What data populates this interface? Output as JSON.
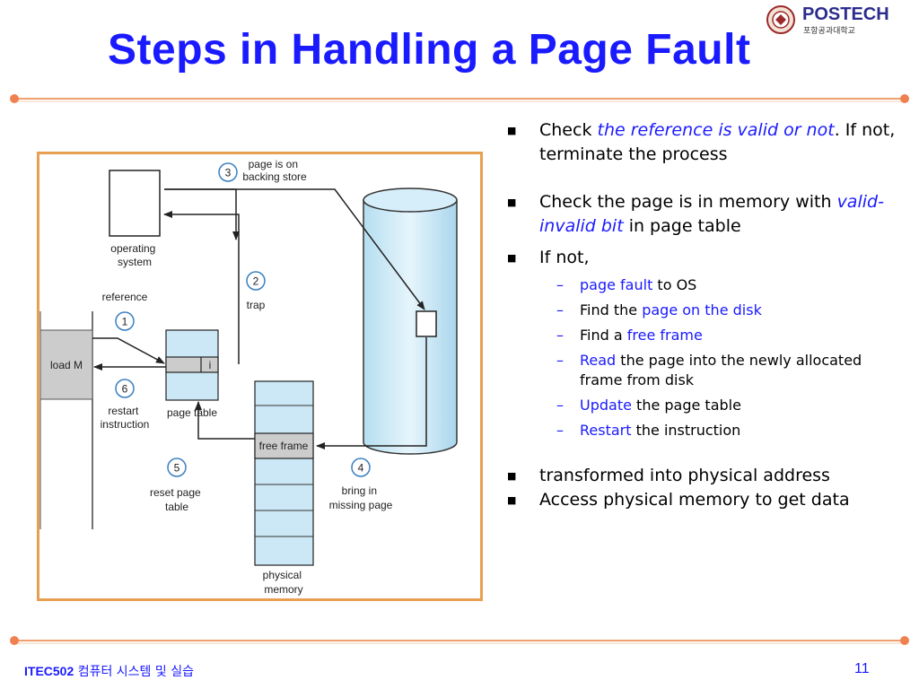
{
  "slide": {
    "title": "Steps in Handling a Page Fault",
    "logo_text": "POSTECH",
    "logo_subtext": "포항공과대학교",
    "footer": {
      "course": "ITEC502",
      "course_title": "컴퓨터 시스템 및 실습",
      "page_number": "11"
    }
  },
  "diagram": {
    "labels": {
      "step3": "page is on\nbacking store",
      "operating_system": "operating\nsystem",
      "reference": "reference",
      "trap": "trap",
      "load_m": "load M",
      "invalid_bit": "i",
      "restart": "restart\ninstruction",
      "page_table": "page table",
      "free_frame": "free frame",
      "reset": "reset page\ntable",
      "bring": "bring in\nmissing page",
      "physical": "physical\nmemory"
    },
    "step_numbers": [
      "1",
      "2",
      "3",
      "4",
      "5",
      "6"
    ]
  },
  "bullets": [
    {
      "type": "main",
      "parts": [
        {
          "text": "Check ",
          "style": "plain"
        },
        {
          "text": "the reference is valid or not",
          "style": "blue-italic"
        },
        {
          "text": ". If not, terminate the process",
          "style": "plain"
        }
      ]
    },
    {
      "type": "main",
      "parts": [
        {
          "text": "Check the page is in memory with ",
          "style": "plain"
        },
        {
          "text": "valid-invalid bit",
          "style": "blue-italic"
        },
        {
          "text": " in page table",
          "style": "plain"
        }
      ]
    },
    {
      "type": "main",
      "parts": [
        {
          "text": "If not,",
          "style": "plain"
        }
      ]
    },
    {
      "type": "sub",
      "parts": [
        {
          "text": "page fault",
          "style": "blue"
        },
        {
          "text": " to OS",
          "style": "plain"
        }
      ]
    },
    {
      "type": "sub",
      "parts": [
        {
          "text": "Find the ",
          "style": "plain"
        },
        {
          "text": "page on the disk",
          "style": "blue"
        }
      ]
    },
    {
      "type": "sub",
      "parts": [
        {
          "text": "Find a ",
          "style": "plain"
        },
        {
          "text": "free frame",
          "style": "blue"
        }
      ]
    },
    {
      "type": "sub",
      "parts": [
        {
          "text": "Read",
          "style": "blue"
        },
        {
          "text": " the page into the newly allocated frame from disk",
          "style": "plain"
        }
      ]
    },
    {
      "type": "sub",
      "parts": [
        {
          "text": "Update",
          "style": "blue"
        },
        {
          "text": " the page table",
          "style": "plain"
        }
      ]
    },
    {
      "type": "sub",
      "parts": [
        {
          "text": "Restart",
          "style": "blue"
        },
        {
          "text": " the instruction",
          "style": "plain"
        }
      ]
    },
    {
      "type": "main",
      "parts": [
        {
          "text": "transformed into physical address",
          "style": "plain"
        }
      ]
    },
    {
      "type": "main",
      "parts": [
        {
          "text": "Access physical memory to get data",
          "style": "plain"
        }
      ]
    }
  ],
  "colors": {
    "title": "#1a1aff",
    "accent_rule": "#f0a070",
    "diagram_border": "#e8a050"
  }
}
